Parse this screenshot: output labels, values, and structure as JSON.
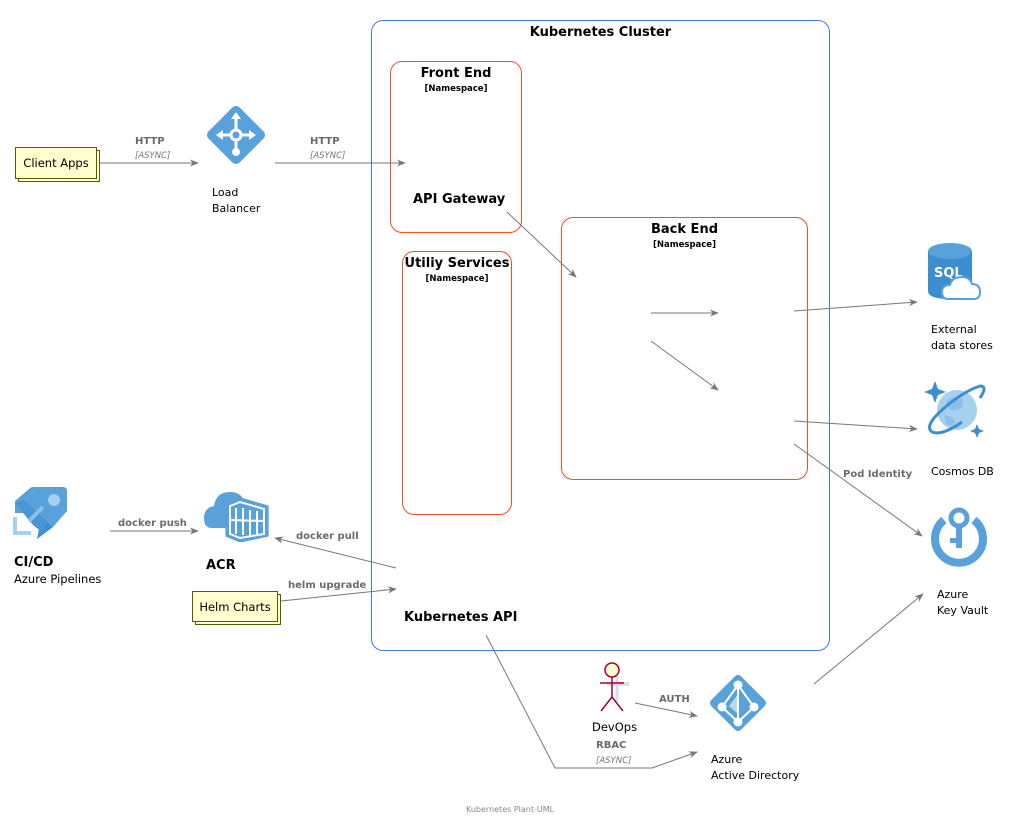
{
  "diagram": {
    "cluster": {
      "title": "Kubernetes Cluster"
    },
    "namespaces": {
      "front_end": {
        "title": "Front End",
        "subtitle": "[Namespace]"
      },
      "utility": {
        "title": "Utiliy Services",
        "subtitle": "[Namespace]"
      },
      "back_end": {
        "title": "Back End",
        "subtitle": "[Namespace]"
      }
    },
    "nodes": {
      "client_apps": "Client Apps",
      "load_balancer": [
        "Load",
        "Balancer"
      ],
      "api_gateway": "API Gateway",
      "cicd_title": "CI/CD",
      "cicd_sub": "Azure Pipelines",
      "acr": "ACR",
      "helm_charts": "Helm Charts",
      "kubernetes_api": "Kubernetes API",
      "external_data": [
        "External",
        "data stores"
      ],
      "cosmos_db": "Cosmos DB",
      "key_vault": [
        "Azure",
        "Key Vault"
      ],
      "devops": "DevOps",
      "aad": [
        "Azure",
        "Active Directory"
      ]
    },
    "edges": {
      "client_to_lb": {
        "label": "HTTP",
        "sub": "[ASYNC]"
      },
      "lb_to_gateway": {
        "label": "HTTP",
        "sub": "[ASYNC]"
      },
      "cicd_to_acr": {
        "label": "docker push"
      },
      "api_to_acr": {
        "label": "docker pull"
      },
      "helm_to_api": {
        "label": "helm upgrade"
      },
      "pod_identity": {
        "label": "Pod Identity"
      },
      "devops_auth": {
        "label": "AUTH"
      },
      "rbac": {
        "label": "RBAC",
        "sub": "[ASYNC]"
      }
    },
    "footer": "Kubernetes Plant-UML",
    "colors": {
      "cluster_border": "#3f79e3",
      "namespace_border": "#f0502a",
      "azure_icon": "#59a1da",
      "note_fill": "#fefece",
      "edge": "#777777"
    }
  }
}
